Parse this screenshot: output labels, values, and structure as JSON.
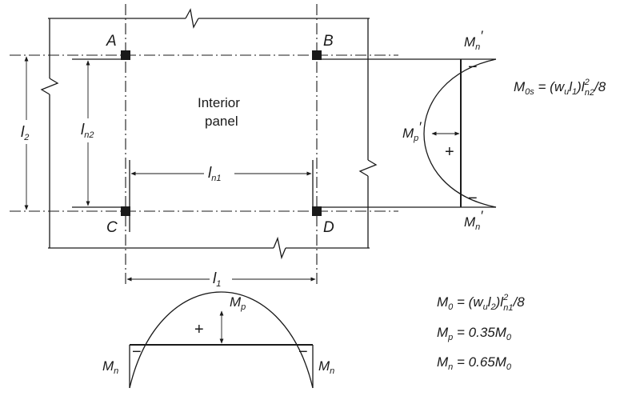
{
  "panel": {
    "label_line1": "Interior",
    "label_line2": "panel"
  },
  "columns": {
    "A": "A",
    "B": "B",
    "C": "C",
    "D": "D"
  },
  "dimensions": {
    "l2": "l",
    "l2_sub": "2",
    "ln2": "l",
    "ln2_sub": "n2",
    "ln1": "l",
    "ln1_sub": "n1",
    "l1": "l",
    "l1_sub": "1"
  },
  "moment_labels": {
    "Mn_prime": "M",
    "Mn_prime_sub": "n",
    "Mn_prime_mark": "′",
    "Mp_prime": "M",
    "Mp_prime_sub": "p",
    "Mp_prime_mark": "′",
    "Mp": "M",
    "Mp_sub": "p",
    "Mn": "M",
    "Mn_sub": "n",
    "plus": "+",
    "minus": "−"
  },
  "equations": {
    "m0s_lhs": "M",
    "m0s_lhs_sub": "0s",
    "m0s_rhs_a": " = (w",
    "m0s_rhs_a_sub": "u",
    "m0s_rhs_b": "l",
    "m0s_rhs_b_sub": "1",
    "m0s_rhs_c": ")l",
    "m0s_rhs_c_sup": "2",
    "m0s_rhs_c_sub": "n2",
    "m0s_rhs_d": "/8",
    "m0_lhs": "M",
    "m0_lhs_sub": "0",
    "m0_rhs_a": "  = (w",
    "m0_rhs_a_sub": "u",
    "m0_rhs_b": "l",
    "m0_rhs_b_sub": "2",
    "m0_rhs_c": ")l",
    "m0_rhs_c_sup": "2",
    "m0_rhs_c_sub": "n1",
    "m0_rhs_d": "/8",
    "mp_lhs": "M",
    "mp_lhs_sub": "p",
    "mp_rhs": " = 0.35M",
    "mp_rhs_sub": "0",
    "mn_lhs": "M",
    "mn_lhs_sub": "n",
    "mn_rhs": " = 0.65M",
    "mn_rhs_sub": "0"
  }
}
